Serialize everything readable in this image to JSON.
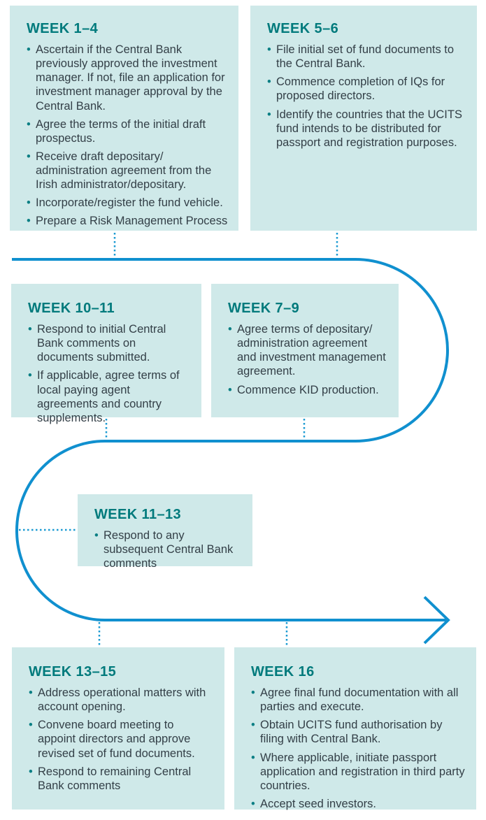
{
  "palette": {
    "box_bg": "#cfe9e9",
    "heading_teal": "#007a7c",
    "body_text": "#333f47",
    "line_blue": "#1090cf",
    "dotted_blue": "#1a9ad2"
  },
  "timeline": {
    "boxes": [
      {
        "id": "week-1-4",
        "title": "WEEK 1–4",
        "bullets": [
          "Ascertain if the Central Bank previously approved the investment manager. If not, file an application for investment manager approval by the Central Bank.",
          "Agree the terms of the initial draft prospectus.",
          "Receive draft depositary/ administration agreement from the Irish administrator/depositary.",
          "Incorporate/register the fund vehicle.",
          "Prepare a Risk Management Process"
        ]
      },
      {
        "id": "week-5-6",
        "title": "WEEK 5–6",
        "bullets": [
          "File initial set of fund documents to the Central Bank.",
          "Commence completion of IQs for proposed directors.",
          "Identify the countries that the UCITS fund intends to be distributed for passport and registration purposes."
        ]
      },
      {
        "id": "week-10-11",
        "title": "WEEK 10–11",
        "bullets": [
          "Respond to initial Central Bank comments on documents submitted.",
          "If applicable, agree terms of local paying agent agreements and country supplements."
        ]
      },
      {
        "id": "week-7-9",
        "title": "WEEK 7–9",
        "bullets": [
          "Agree terms of depositary/ administration agreement and investment management agreement.",
          "Commence KID production."
        ]
      },
      {
        "id": "week-11-13",
        "title": "WEEK 11–13",
        "bullets": [
          "Respond to any subsequent Central Bank comments"
        ]
      },
      {
        "id": "week-13-15",
        "title": "WEEK 13–15",
        "bullets": [
          "Address operational matters with account opening.",
          "Convene board meeting to appoint directors and approve revised set of fund documents.",
          "Respond to remaining Central Bank comments"
        ]
      },
      {
        "id": "week-16",
        "title": "WEEK 16",
        "bullets": [
          "Agree final fund documentation with all parties and execute.",
          "Obtain UCITS fund authorisation by filing with Central Bank.",
          "Where applicable, initiate passport application and registration in third party countries.",
          "Accept seed investors."
        ]
      }
    ]
  }
}
